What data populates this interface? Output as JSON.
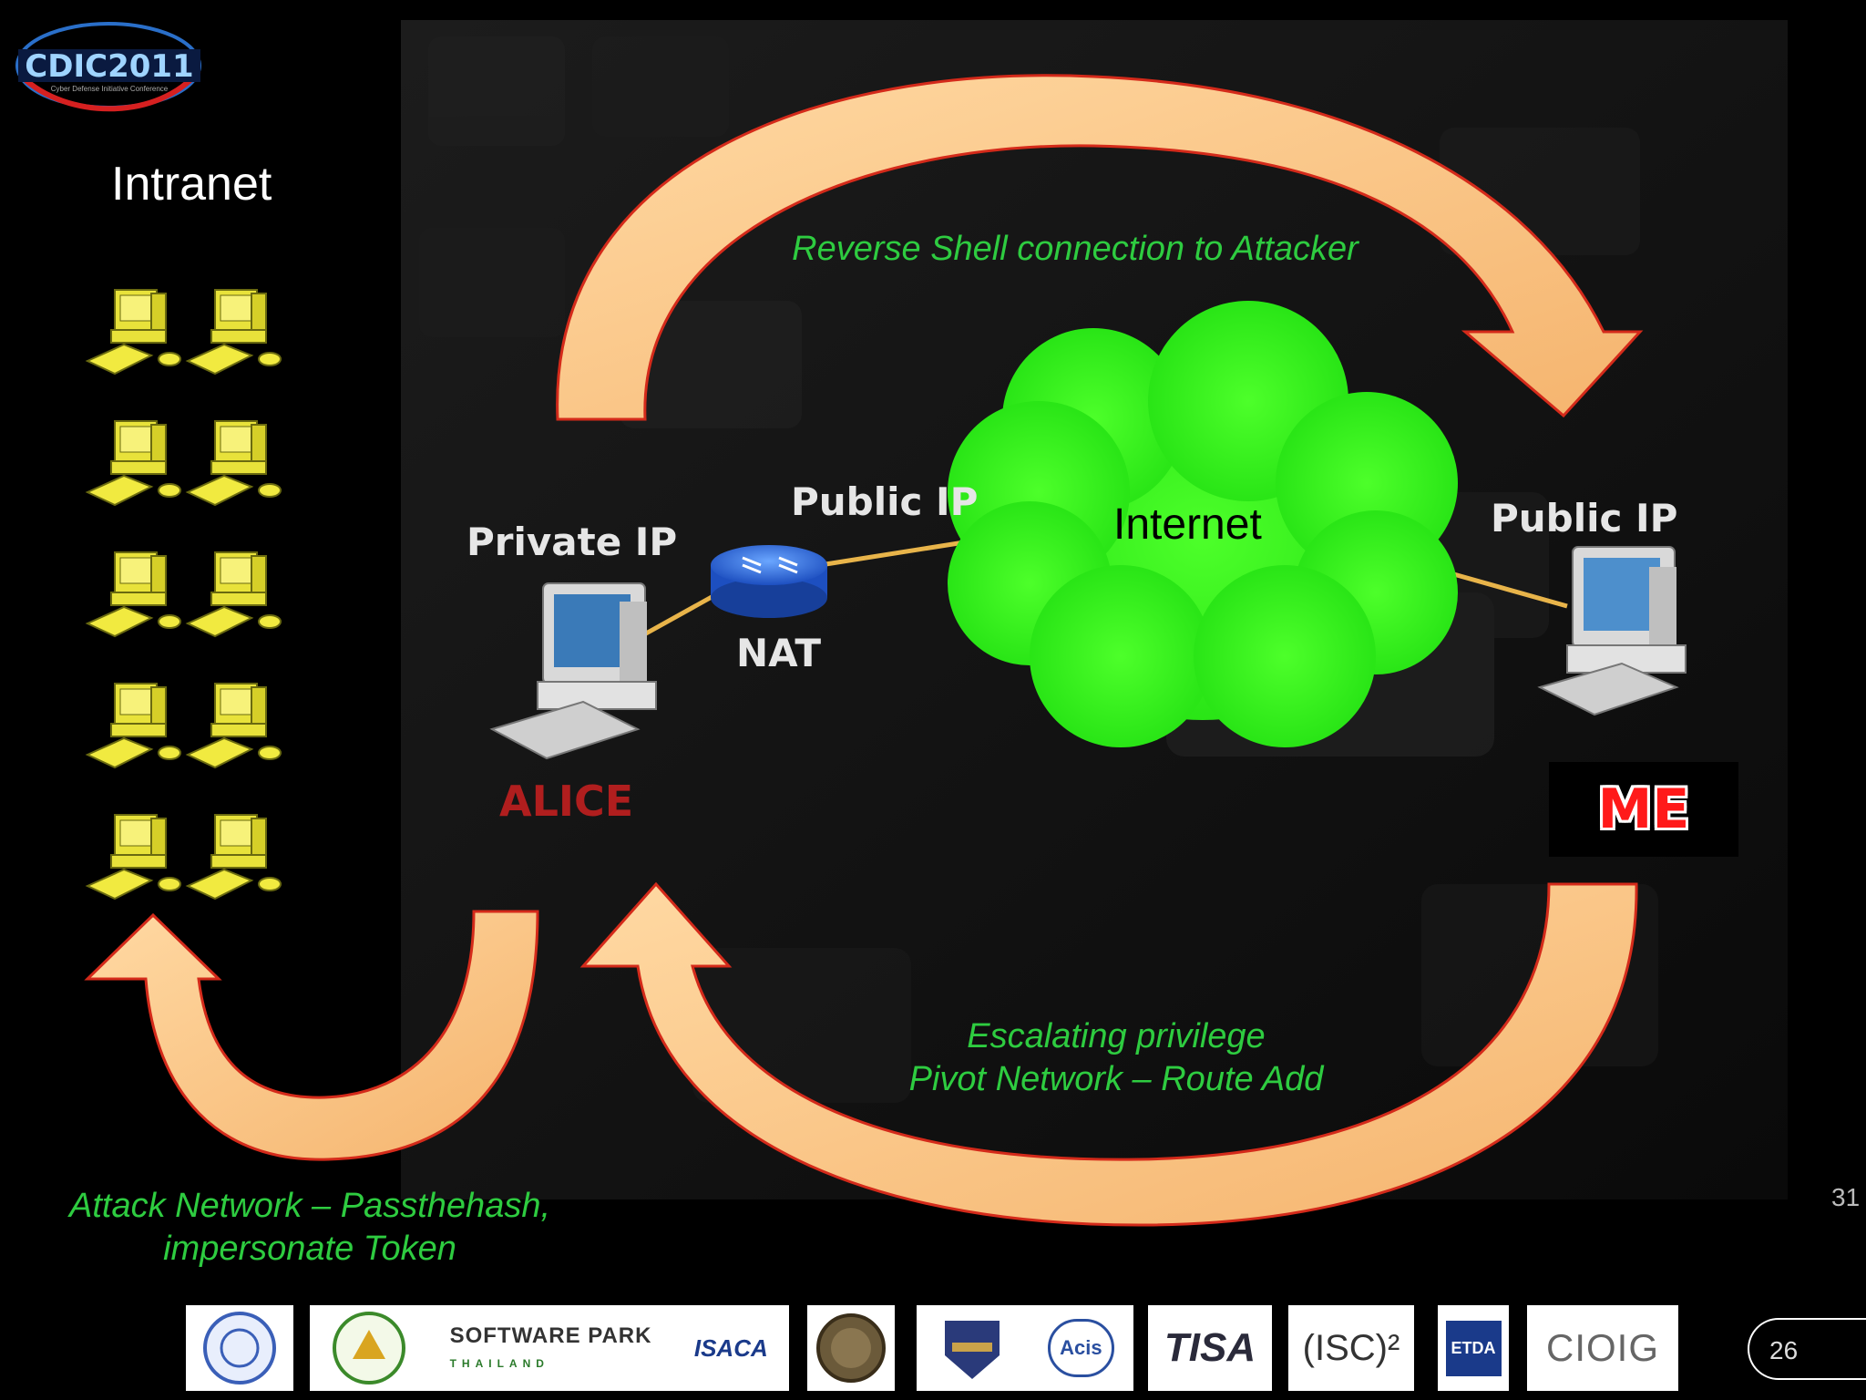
{
  "logo": {
    "text": "CDIC2011",
    "subtitle": "Cyber Defense Initiative Conference"
  },
  "intranet": {
    "title": "Intranet",
    "computer_count": 10
  },
  "labels": {
    "reverse_shell": "Reverse Shell connection to Attacker",
    "internet": "Internet",
    "private_ip": "Private IP",
    "public_ip_nat": "Public IP",
    "public_ip_attacker": "Public IP",
    "nat": "NAT",
    "alice": "ALICE",
    "me": "ME",
    "escalating_line1": "Escalating privilege",
    "escalating_line2": "Pivot Network – Route Add",
    "attack_line1": "Attack Network – Passthehash,",
    "attack_line2": "impersonate Token"
  },
  "page_number": "31",
  "slide_number": "26",
  "sponsors": {
    "software_park": "SOFTWARE PARK",
    "software_park_sub": "THAILAND",
    "isaca": "ISACA",
    "acis": "Acis",
    "tisa": "TISA",
    "isc2": "(ISC)²",
    "etda": "ETDA",
    "cioig": "CIOIG"
  },
  "colors": {
    "note_green": "#2ecc40",
    "cloud_green": "#33ff1a",
    "arrow_fill": "#ffc88a",
    "arrow_edge": "#d42a1a",
    "alice_red": "#b01e1e",
    "me_red": "#ff1a1a"
  }
}
